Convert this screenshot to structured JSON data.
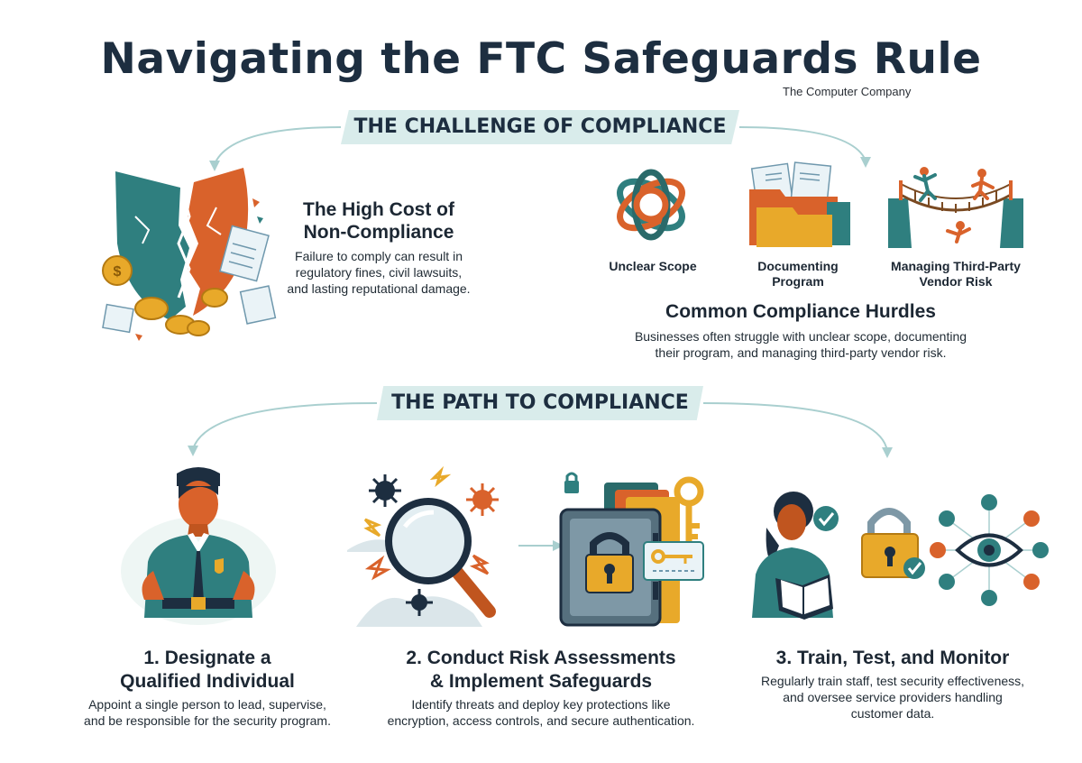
{
  "header": {
    "title": "Navigating the FTC Safeguards Rule",
    "company": "The Computer Company"
  },
  "challenge": {
    "banner": "THE CHALLENGE OF COMPLIANCE",
    "cost": {
      "title_line1": "The High Cost of",
      "title_line2": "Non-Compliance",
      "desc_line1": "Failure to comply can result in",
      "desc_line2": "regulatory fines, civil lawsuits,",
      "desc_line3": "and lasting reputational damage."
    },
    "hurdles": {
      "items": [
        {
          "line1": "Unclear Scope",
          "line2": ""
        },
        {
          "line1": "Documenting",
          "line2": "Program"
        },
        {
          "line1": "Managing Third-Party",
          "line2": "Vendor Risk"
        }
      ],
      "title": "Common Compliance Hurdles",
      "desc_line1": "Businesses often struggle with unclear scope, documenting",
      "desc_line2": "their program, and managing third-party vendor risk."
    }
  },
  "path": {
    "banner": "THE PATH TO COMPLIANCE",
    "steps": [
      {
        "title_line1": "1. Designate a",
        "title_line2": "Qualified Individual",
        "desc_line1": "Appoint a single person to lead, supervise,",
        "desc_line2": "and be responsible for the security program.",
        "desc_line3": ""
      },
      {
        "title_line1": "2. Conduct Risk Assessments",
        "title_line2": "& Implement Safeguards",
        "desc_line1": "Identify threats and deploy key protections like",
        "desc_line2": "encryption, access controls, and secure authentication.",
        "desc_line3": ""
      },
      {
        "title_line1": "3. Train, Test, and Monitor",
        "title_line2": "",
        "desc_line1": "Regularly train staff, test security effectiveness,",
        "desc_line2": "and oversee service providers handling",
        "desc_line3": "customer data."
      }
    ]
  },
  "colors": {
    "teal": "#2f7f7f",
    "orange": "#d9622b",
    "gold": "#e8a92a",
    "navy": "#1d2e40",
    "banner_bg": "#d9eceb"
  },
  "icons": {
    "cost": "broken-shield-coins-icon",
    "scope": "tangled-knot-icon",
    "documenting": "folders-documents-icon",
    "vendor": "rope-bridge-icon",
    "qualified": "security-officer-icon",
    "risk": "magnifier-threats-icon",
    "safeguards": "vault-lock-key-icon",
    "train": "person-reading-icon",
    "test": "padlock-check-icon",
    "monitor": "eye-network-icon"
  }
}
